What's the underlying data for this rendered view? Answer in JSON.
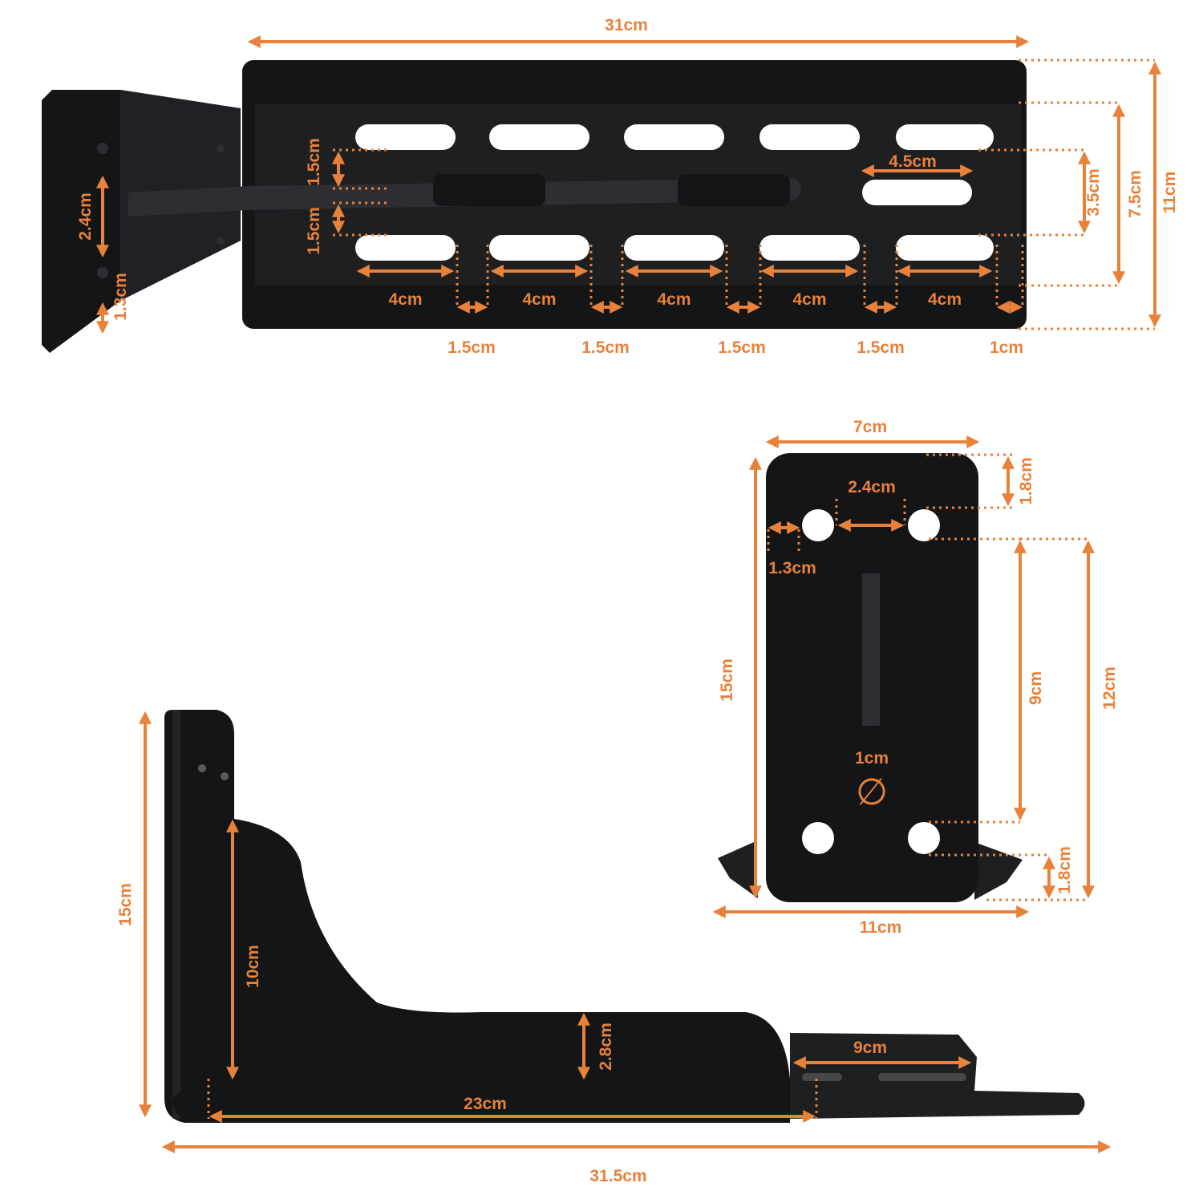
{
  "colors": {
    "dimension": "#e8813a",
    "metal": "#141516",
    "background": "#ffffff"
  },
  "top_view": {
    "overall_length": "31cm",
    "overall_width": "11cm",
    "inner_width": "7.5cm",
    "slot_span": "3.5cm",
    "slot_length": "4.5cm",
    "slot_row_gap_top": "1.5cm",
    "slot_row_gap_bottom": "1.5cm",
    "plate_hole_spacing": "2.4cm",
    "plate_hole_edge": "1.3cm",
    "slot_widths": [
      "4cm",
      "4cm",
      "4cm",
      "4cm",
      "4cm"
    ],
    "slot_gaps": [
      "1.5cm",
      "1.5cm",
      "1.5cm",
      "1.5cm",
      "1cm"
    ]
  },
  "front_view": {
    "plate_width": "7cm",
    "hole_spacing": "2.4cm",
    "top_offset": "1.8cm",
    "side_offset": "1.3cm",
    "height": "15cm",
    "hole_pitch": "9cm",
    "total_pitch": "12cm",
    "hole_diameter": "1cm",
    "diameter_symbol": "∅",
    "bottom_offset": "1.8cm",
    "base_width": "11cm"
  },
  "side_view": {
    "height": "15cm",
    "gusset_height": "10cm",
    "web_height": "2.8cm",
    "flat_length": "9cm",
    "gusset_length": "23cm",
    "overall_length": "31.5cm"
  }
}
